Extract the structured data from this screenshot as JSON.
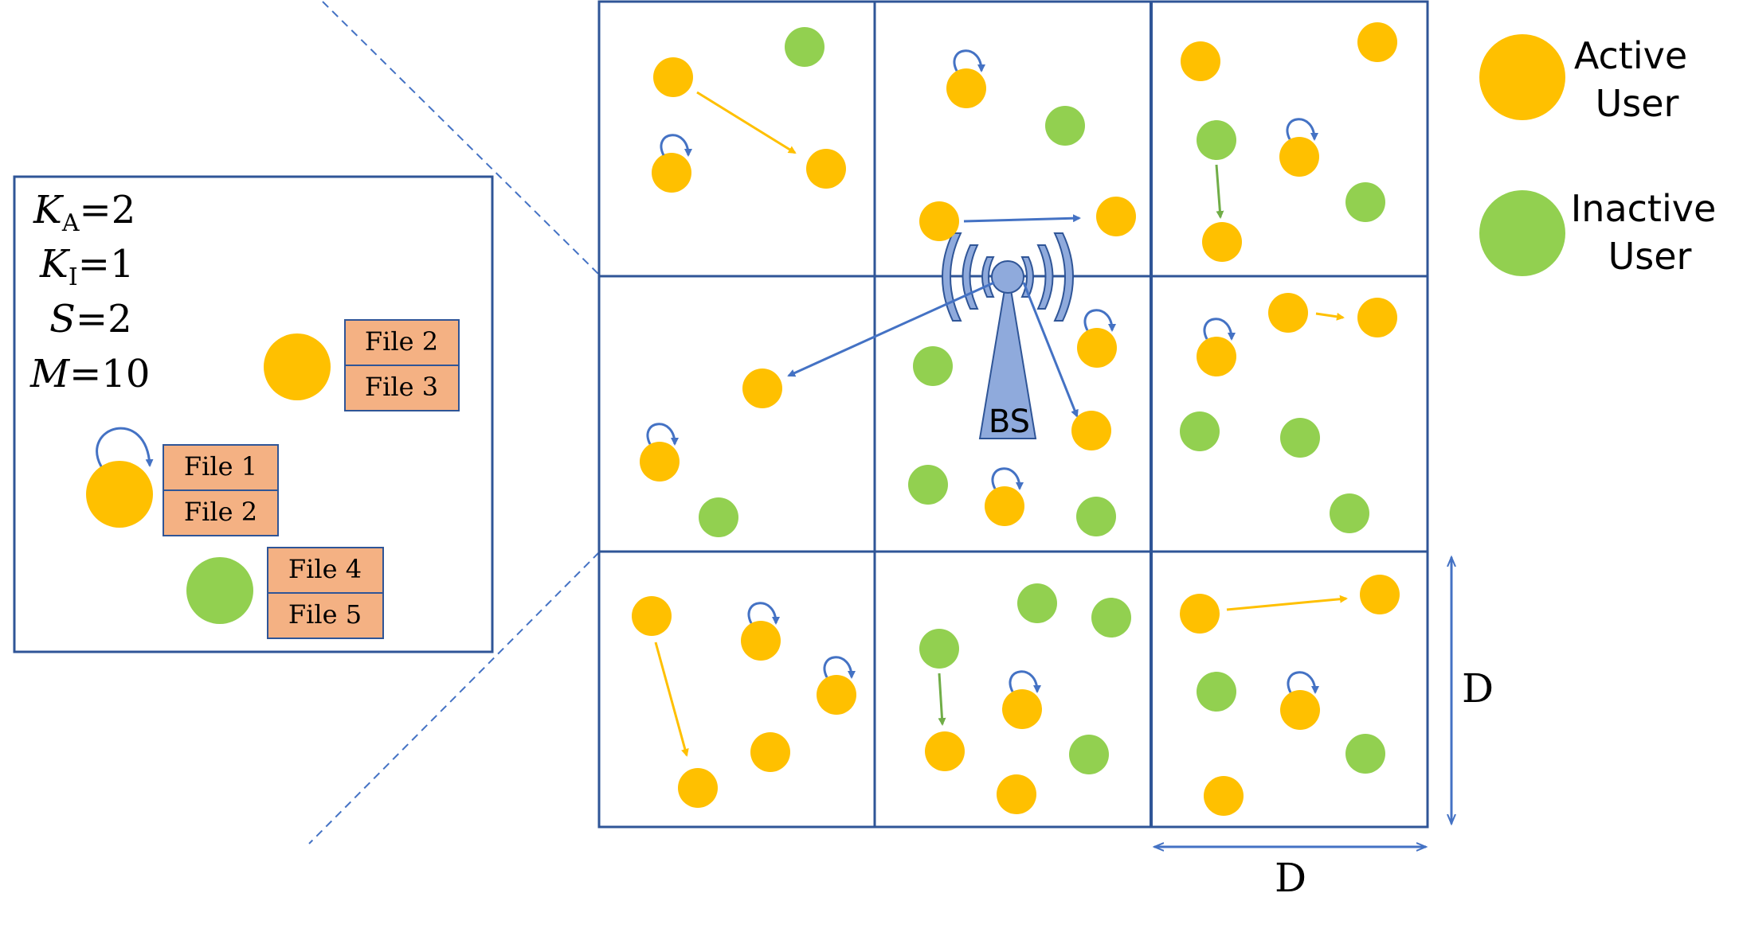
{
  "colors": {
    "active": "#FFC000",
    "inactive": "#92D050",
    "grid": "#2F5597",
    "link": "#4472C4",
    "file_fill": "#F4B183",
    "tower": "#8FAADC"
  },
  "legend": {
    "active_line1": "Active",
    "active_line2": "User",
    "inactive_line1": "Inactive",
    "inactive_line2": "User"
  },
  "inset": {
    "ka_sym": "K",
    "ka_sub": "A",
    "ka_val": "=2",
    "ki_sym": "K",
    "ki_sub": "I",
    "ki_val": "=1",
    "s_sym": "S",
    "s_val": "=2",
    "m_sym": "M",
    "m_val": "=10",
    "files": {
      "a": "File 2",
      "b": "File 3",
      "c": "File 1",
      "d": "File 2",
      "e": "File 4",
      "f": "File 5"
    }
  },
  "bs_label": "BS",
  "dim_vertical": "D",
  "dim_horizontal": "D"
}
